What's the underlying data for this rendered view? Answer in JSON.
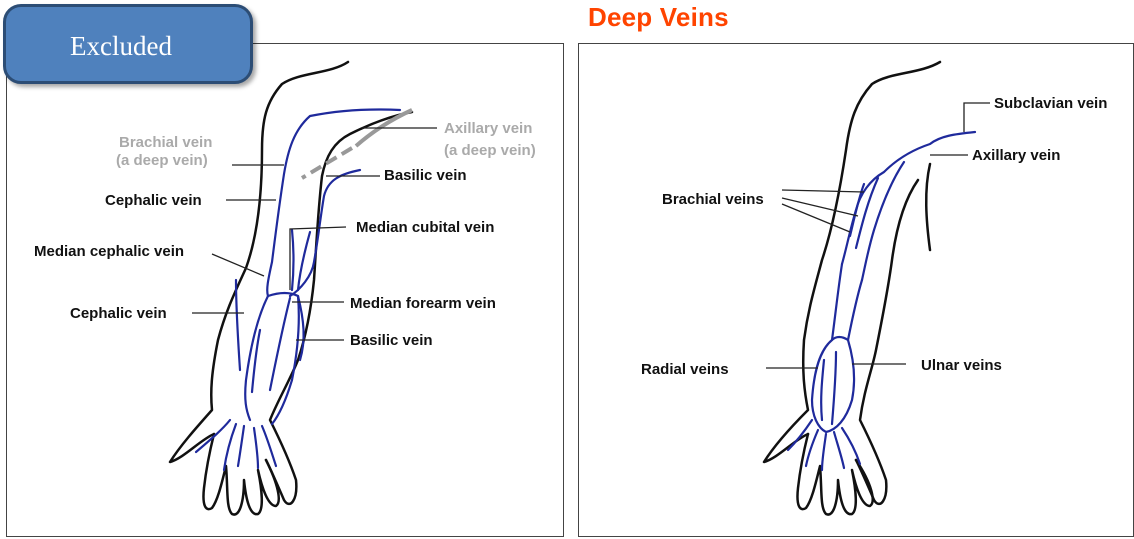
{
  "header": {
    "title": "Deep Veins",
    "badge": "Excluded"
  },
  "left_diagram": {
    "labels": {
      "brachial_line1": "Brachial vein",
      "brachial_line2": "(a deep vein)",
      "axillary_line1": "Axillary vein",
      "axillary_line2": "(a deep vein)",
      "basilic_upper": "Basilic vein",
      "cephalic_upper": "Cephalic vein",
      "median_cubital": "Median cubital vein",
      "median_cephalic": "Median cephalic vein",
      "median_forearm": "Median forearm vein",
      "cephalic_lower": "Cephalic vein",
      "basilic_lower": "Basilic vein"
    }
  },
  "right_diagram": {
    "labels": {
      "subclavian": "Subclavian vein",
      "axillary": "Axillary vein",
      "brachial": "Brachial veins",
      "radial": "Radial veins",
      "ulnar": "Ulnar veins"
    }
  },
  "colors": {
    "title": "#ff4400",
    "vein": "#1f2a9c",
    "deep_vein_grey": "#aaaaaa",
    "badge_fill": "#4f81bd"
  }
}
